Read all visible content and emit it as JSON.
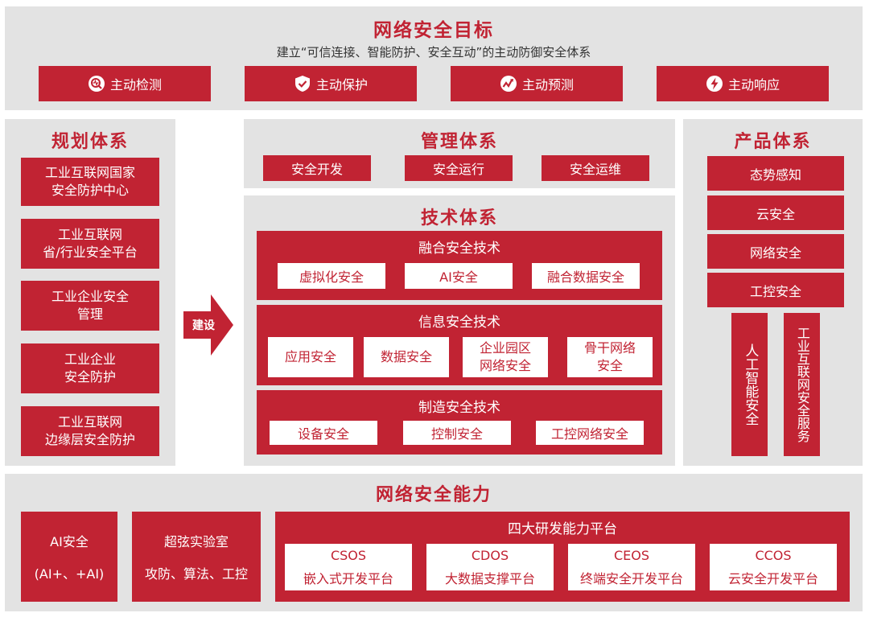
{
  "goal": {
    "title": "网络安全目标",
    "subtitle": "建立“可信连接、智能防护、安全互动”的主动防御安全体系",
    "items": [
      {
        "label": "主动检测",
        "icon": "magnifier-icon"
      },
      {
        "label": "主动保护",
        "icon": "shield-check-icon"
      },
      {
        "label": "主动预测",
        "icon": "trend-icon"
      },
      {
        "label": "主动响应",
        "icon": "lightning-icon"
      }
    ]
  },
  "planning": {
    "title": "规划体系",
    "items": [
      "工业互联网国家\n安全防护中心",
      "工业互联网\n省/行业安全平台",
      "工业企业安全\n管理",
      "工业企业\n安全防护",
      "工业互联网\n边缘层安全防护"
    ]
  },
  "arrow": {
    "label": "建设"
  },
  "management": {
    "title": "管理体系",
    "items": [
      "安全开发",
      "安全运行",
      "安全运维"
    ]
  },
  "technology": {
    "title": "技术体系",
    "groups": [
      {
        "title": "融合安全技术",
        "items": [
          "虚拟化安全",
          "AI安全",
          "融合数据安全"
        ]
      },
      {
        "title": "信息安全技术",
        "items": [
          "应用安全",
          "数据安全",
          "企业园区\n网络安全",
          "骨干网络\n安全"
        ]
      },
      {
        "title": "制造安全技术",
        "items": [
          "设备安全",
          "控制安全",
          "工控网络安全"
        ]
      }
    ]
  },
  "products": {
    "title": "产品体系",
    "items": [
      "态势感知",
      "云安全",
      "网络安全",
      "工控安全"
    ],
    "vertical": [
      "人工智能安全",
      "工业互联网安全服务"
    ]
  },
  "capability": {
    "title": "网络安全能力",
    "left": [
      {
        "line1": "AI安全",
        "line2": "(AI+、+AI)"
      },
      {
        "line1": "超弦实验室",
        "line2": "攻防、算法、工控"
      }
    ],
    "platform": {
      "title": "四大研发能力平台",
      "items": [
        {
          "code": "CSOS",
          "name": "嵌入式开发平台"
        },
        {
          "code": "CDOS",
          "name": "大数据支撑平台"
        },
        {
          "code": "CEOS",
          "name": "终端安全开发平台"
        },
        {
          "code": "CCOS",
          "name": "云安全开发平台"
        }
      ]
    }
  },
  "colors": {
    "accent": "#c12333",
    "panel": "#e3e3e3"
  }
}
